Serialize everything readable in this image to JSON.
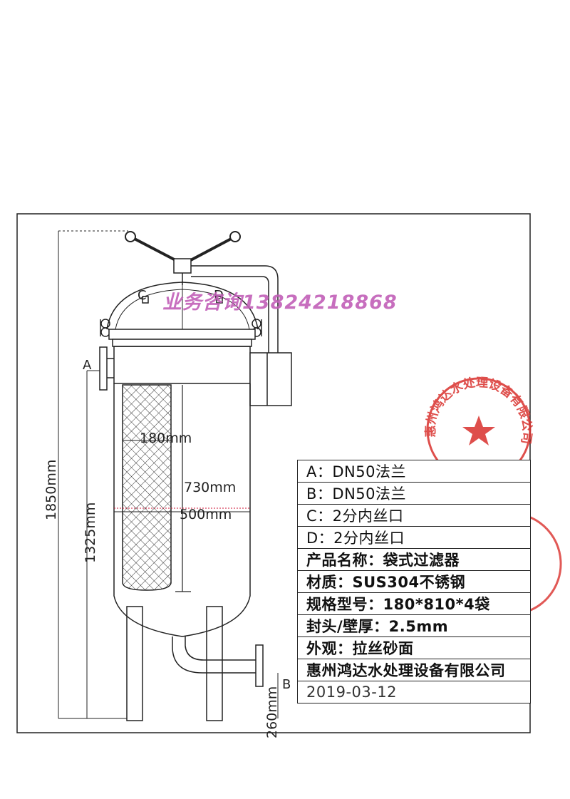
{
  "labels": {
    "port_a": "A",
    "port_b": "B",
    "port_c": "C",
    "port_d": "D"
  },
  "dimensions": {
    "total_height": "1850mm",
    "inlet_height": "1325mm",
    "bag_diameter": "180mm",
    "bag_length": "730mm",
    "vessel_diameter": "500mm",
    "outlet_height": "260mm"
  },
  "watermark": "业务咨询13824218868",
  "stamp": {
    "main_text": "惠州鸿达水处理设备有限公司",
    "main_color": "#d9302c"
  },
  "spec_table": [
    {
      "text": "A：DN50法兰",
      "bold": false
    },
    {
      "text": "B：DN50法兰",
      "bold": false
    },
    {
      "text": "C：2分内丝口",
      "bold": false
    },
    {
      "text": "D：2分内丝口",
      "bold": false
    },
    {
      "text": "产品名称：袋式过滤器",
      "bold": true
    },
    {
      "text": "材质：SUS304不锈钢",
      "bold": true
    },
    {
      "text": "规格型号：180*810*4袋",
      "bold": true
    },
    {
      "text": "封头/壁厚：2.5mm",
      "bold": true
    },
    {
      "text": "外观：拉丝砂面",
      "bold": true
    },
    {
      "text": "惠州鸿达水处理设备有限公司",
      "bold": true
    },
    {
      "text": "2019-03-12",
      "bold": false
    }
  ]
}
